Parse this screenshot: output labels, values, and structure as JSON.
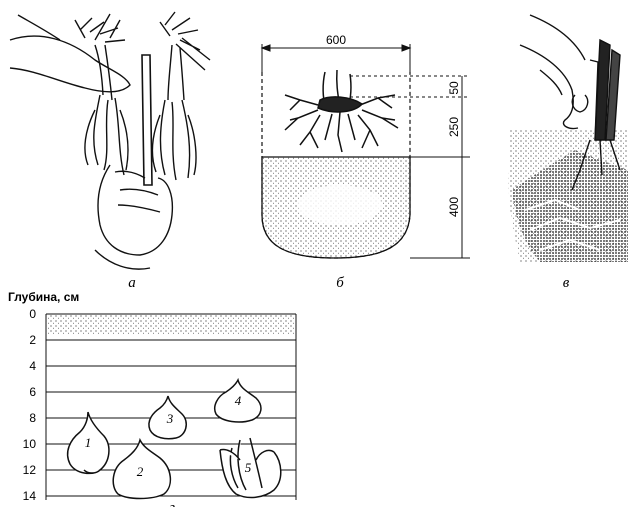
{
  "panels": {
    "a": {
      "label": "а"
    },
    "b": {
      "label": "б",
      "width": "600",
      "dims": [
        "50",
        "250",
        "400"
      ]
    },
    "v": {
      "label": "в"
    },
    "g": {
      "label": "г"
    }
  },
  "depth_chart": {
    "axis_title": "Глубина, см",
    "ticks": [
      "0",
      "2",
      "4",
      "6",
      "8",
      "10",
      "12",
      "14"
    ],
    "bulbs": [
      "1",
      "2",
      "3",
      "4",
      "5"
    ]
  }
}
